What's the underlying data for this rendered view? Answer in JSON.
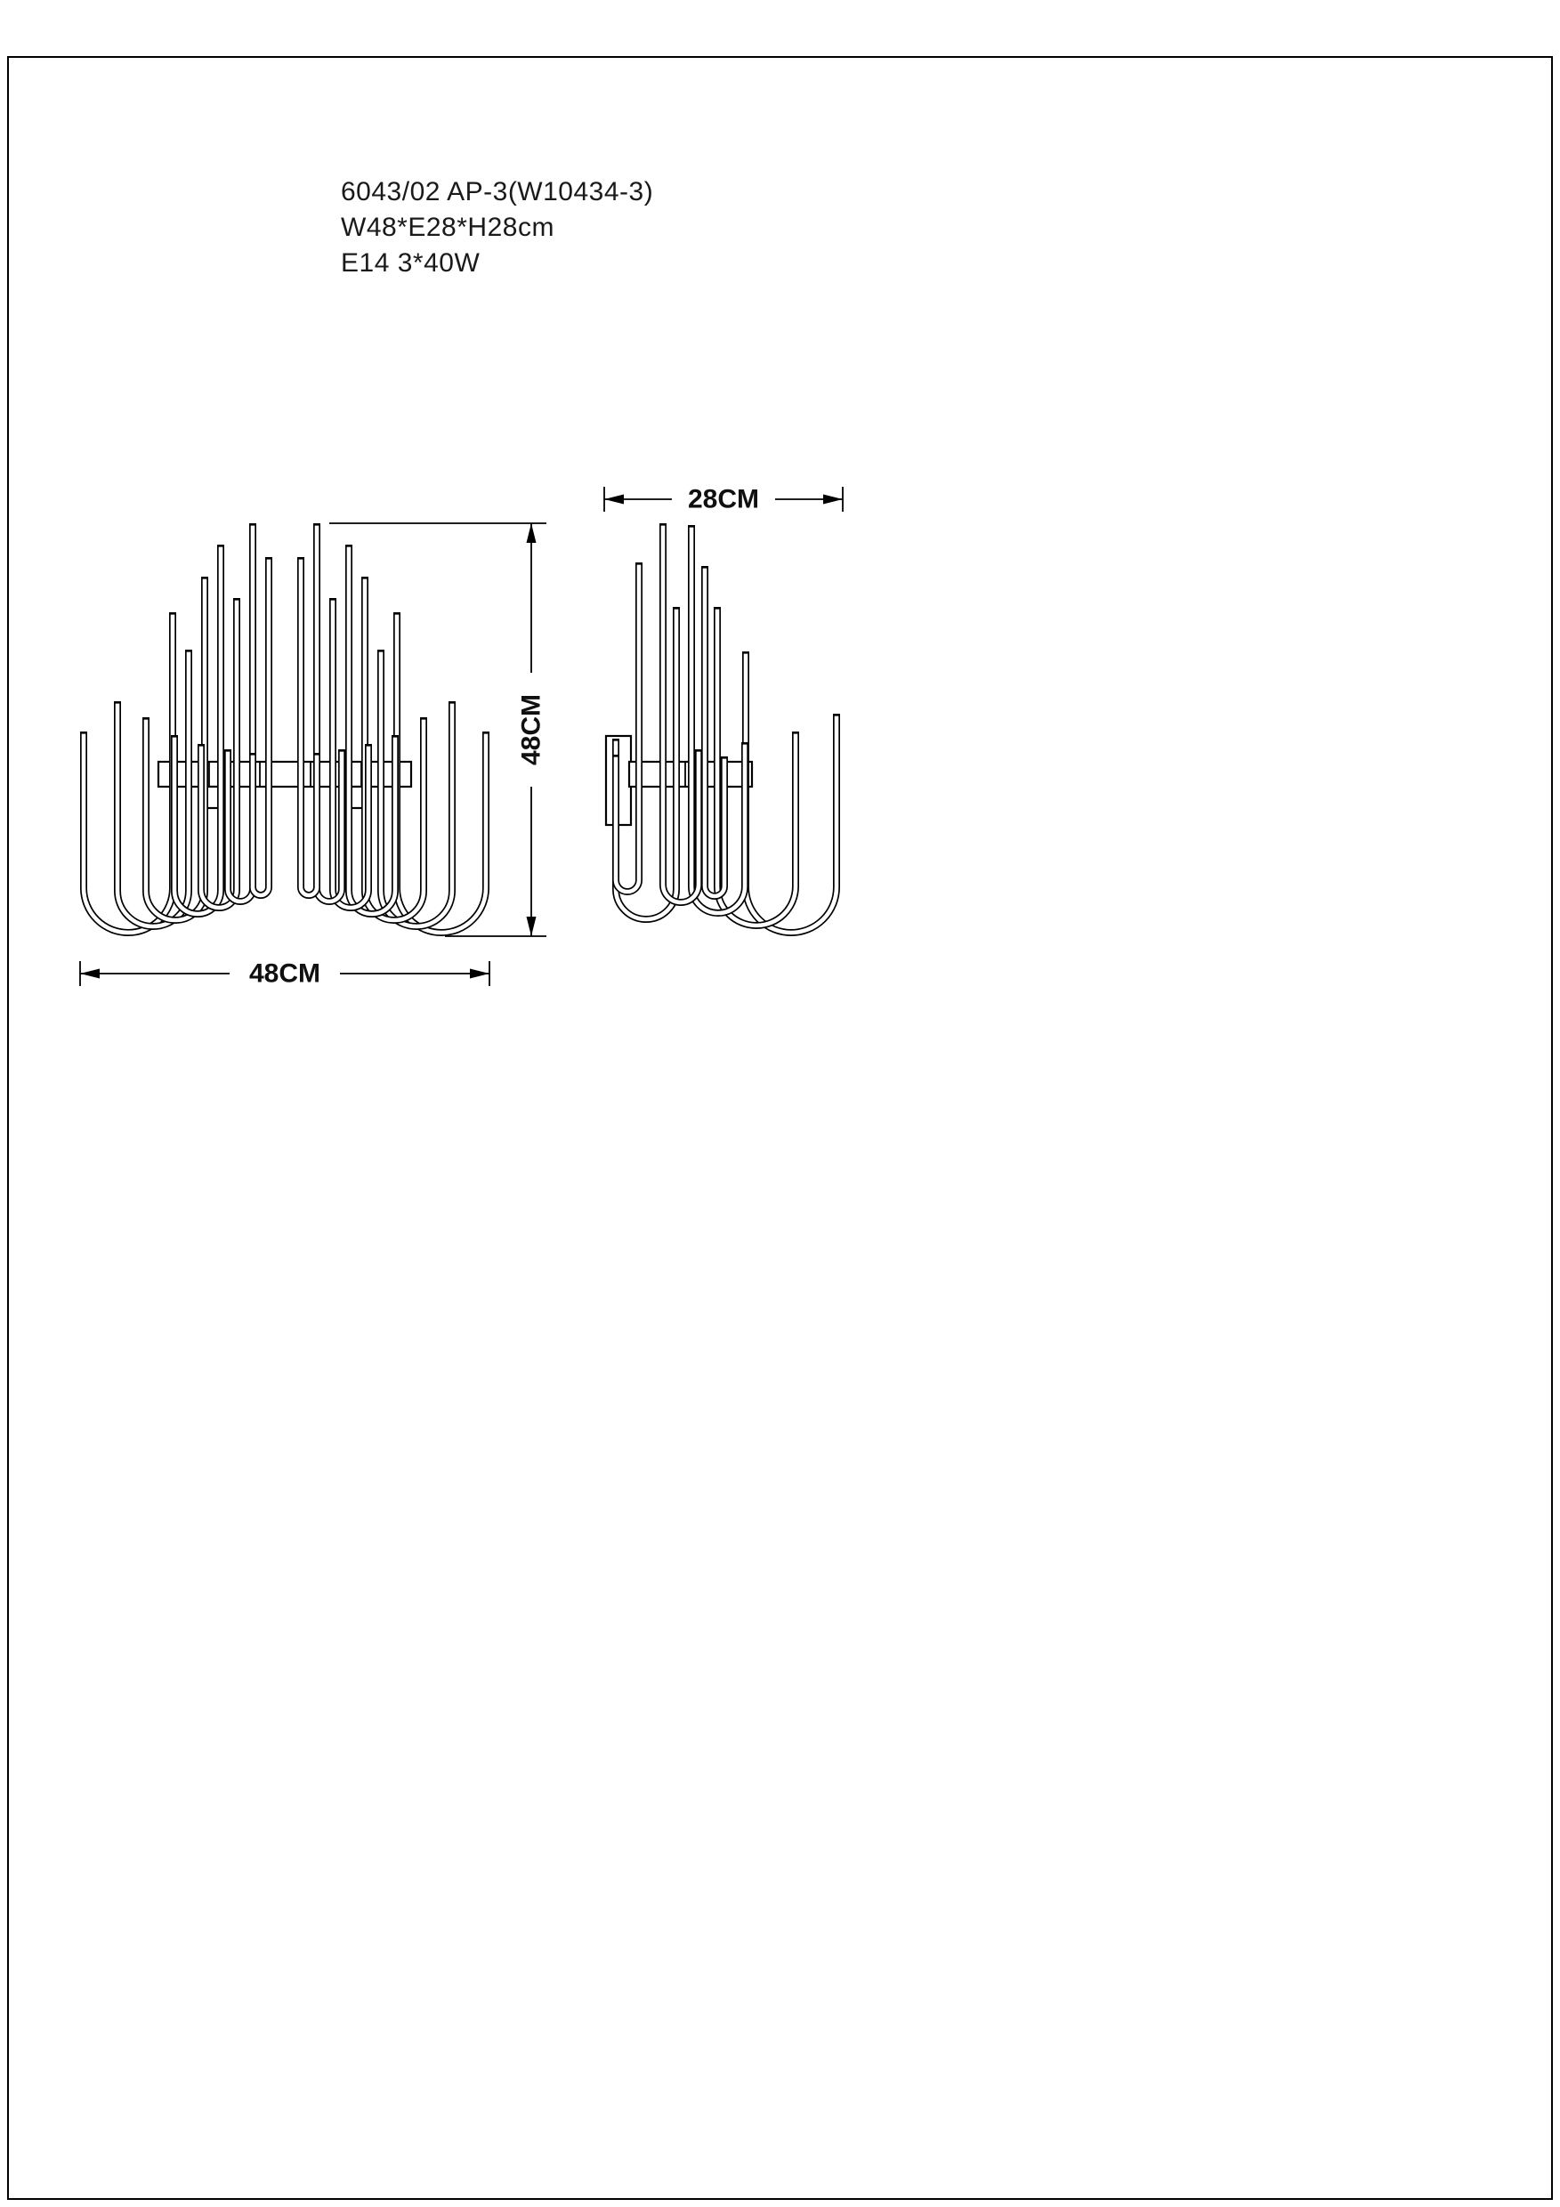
{
  "page": {
    "background": "#ffffff",
    "line_color": "#000000",
    "text_color": "#1a1a1a"
  },
  "header": {
    "product_code": "6043/02 AP-3(W10434-3)",
    "size_spec": "W48*E28*H28cm",
    "lamp_spec": "E14 3*40W"
  },
  "dimensions": {
    "front_width": "48CM",
    "front_height": "48CM",
    "side_depth": "28CM"
  },
  "views": {
    "front": "front-view",
    "side": "side-view"
  }
}
